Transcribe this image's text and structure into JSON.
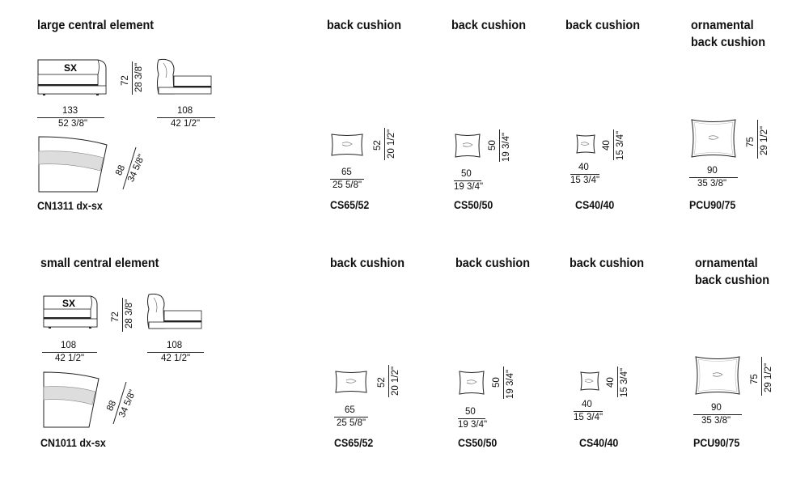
{
  "sections": [
    {
      "title": "large central element",
      "code": "CN1311 dx-sx",
      "front": {
        "label": "SX",
        "width_cm": "133",
        "width_in": "52 3/8\""
      },
      "height": {
        "cm": "72",
        "in": "28 3/8\""
      },
      "side": {
        "depth_cm": "108",
        "depth_in": "42 1/2\""
      },
      "top": {
        "cm": "88",
        "in": "34 5/8\""
      },
      "cushions": [
        {
          "title": "back cushion",
          "code": "CS65/52",
          "w_cm": "65",
          "w_in": "25 5/8\"",
          "h_cm": "52",
          "h_in": "20 1/2\""
        },
        {
          "title": "back cushion",
          "code": "CS50/50",
          "w_cm": "50",
          "w_in": "19 3/4\"",
          "h_cm": "50",
          "h_in": "19 3/4\""
        },
        {
          "title": "back cushion",
          "code": "CS40/40",
          "w_cm": "40",
          "w_in": "15 3/4\"",
          "h_cm": "40",
          "h_in": "15 3/4\""
        },
        {
          "title_line1": "ornamental",
          "title_line2": "back cushion",
          "code": "PCU90/75",
          "w_cm": "90",
          "w_in": "35 3/8\"",
          "h_cm": "75",
          "h_in": "29 1/2\""
        }
      ]
    },
    {
      "title": "small central element",
      "code": "CN1011 dx-sx",
      "front": {
        "label": "SX",
        "width_cm": "108",
        "width_in": "42 1/2\""
      },
      "height": {
        "cm": "72",
        "in": "28 3/8\""
      },
      "side": {
        "depth_cm": "108",
        "depth_in": "42 1/2\""
      },
      "top": {
        "cm": "88",
        "in": "34 5/8\""
      },
      "cushions": [
        {
          "title": "back cushion",
          "code": "CS65/52",
          "w_cm": "65",
          "w_in": "25 5/8\"",
          "h_cm": "52",
          "h_in": "20 1/2\""
        },
        {
          "title": "back cushion",
          "code": "CS50/50",
          "w_cm": "50",
          "w_in": "19 3/4\"",
          "h_cm": "50",
          "h_in": "19 3/4\""
        },
        {
          "title": "back cushion",
          "code": "CS40/40",
          "w_cm": "40",
          "w_in": "15 3/4\"",
          "h_cm": "40",
          "h_in": "15 3/4\""
        },
        {
          "title_line1": "ornamental",
          "title_line2": "back cushion",
          "code": "PCU90/75",
          "w_cm": "90",
          "w_in": "35 3/8\"",
          "h_cm": "75",
          "h_in": "29 1/2\""
        }
      ]
    }
  ]
}
